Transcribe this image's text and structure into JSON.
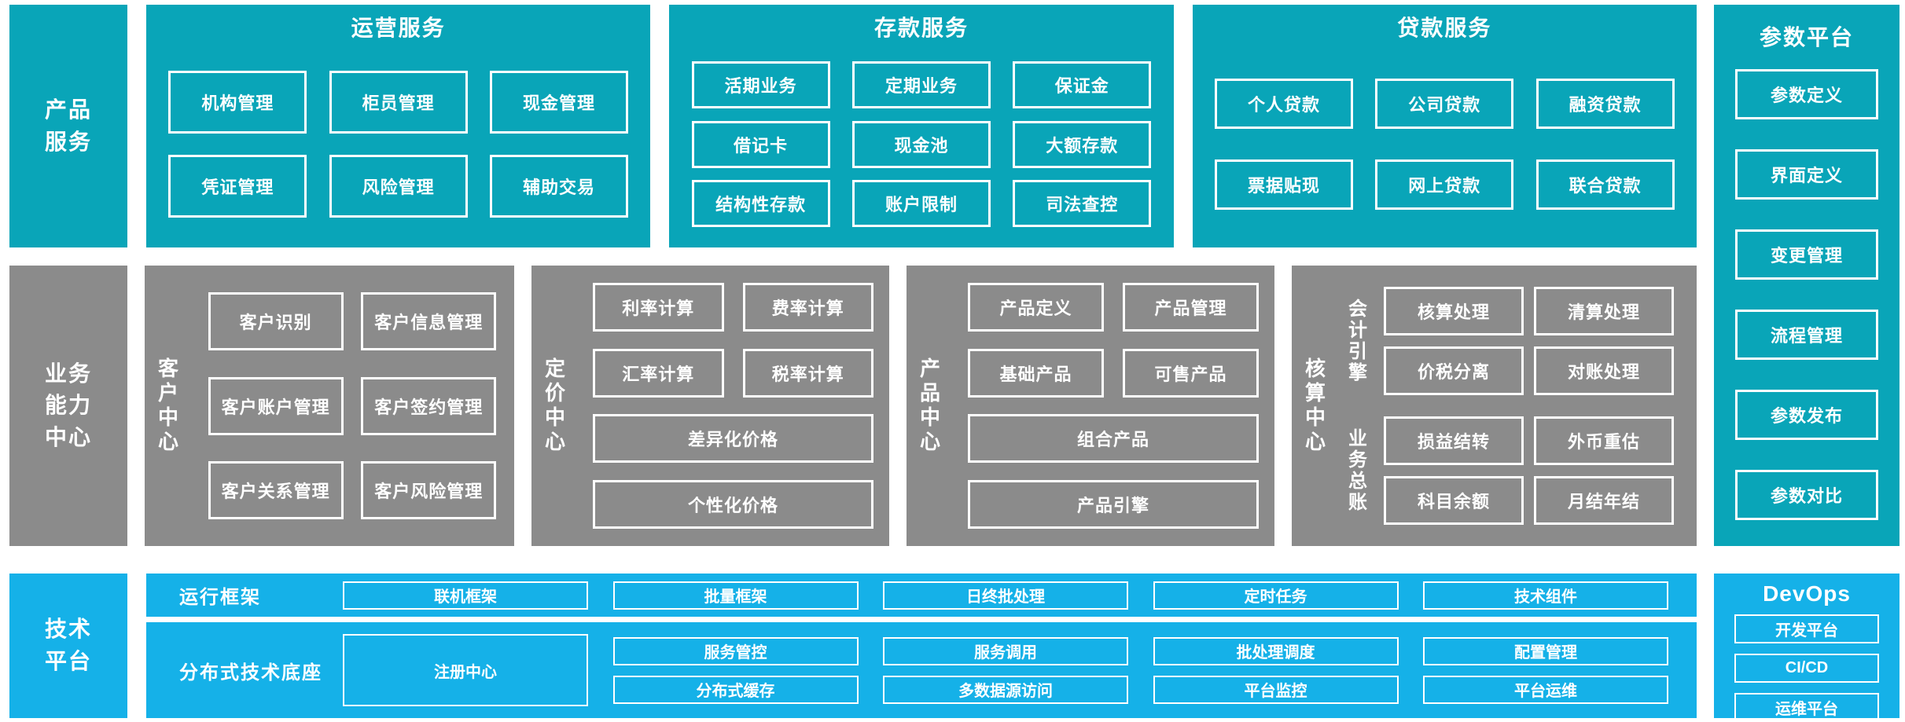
{
  "colors": {
    "teal": "#09a5b8",
    "gray": "#8b8b8b",
    "blue": "#15b1e8",
    "text": "#ffffff"
  },
  "product_services": {
    "label": "产品\n服务",
    "panels": [
      {
        "title": "运营服务",
        "items": [
          "机构管理",
          "柜员管理",
          "现金管理",
          "凭证管理",
          "风险管理",
          "辅助交易"
        ]
      },
      {
        "title": "存款服务",
        "items": [
          "活期业务",
          "定期业务",
          "保证金",
          "借记卡",
          "现金池",
          "大额存款",
          "结构性存款",
          "账户限制",
          "司法查控"
        ]
      },
      {
        "title": "贷款服务",
        "items": [
          "个人贷款",
          "公司贷款",
          "融资贷款",
          "票据贴现",
          "网上贷款",
          "联合贷款"
        ]
      }
    ]
  },
  "business_capability": {
    "label": "业务\n能力\n中心",
    "customer_center": {
      "title": "客户中心",
      "items": [
        "客户识别",
        "客户信息管理",
        "客户账户管理",
        "客户签约管理",
        "客户关系管理",
        "客户风险管理"
      ]
    },
    "pricing_center": {
      "title": "定价中心",
      "items": [
        "利率计算",
        "费率计算",
        "汇率计算",
        "税率计算"
      ],
      "wide_items": [
        "差异化价格",
        "个性化价格"
      ]
    },
    "product_center": {
      "title": "产品中心",
      "items": [
        "产品定义",
        "产品管理",
        "基础产品",
        "可售产品"
      ],
      "wide_items": [
        "组合产品",
        "产品引擎"
      ]
    },
    "accounting_center": {
      "title": "核算中心",
      "sections": [
        {
          "title": "会计引擎",
          "items": [
            "核算处理",
            "清算处理",
            "价税分离",
            "对账处理"
          ]
        },
        {
          "title": "业务总账",
          "items": [
            "损益结转",
            "外币重估",
            "科目余额",
            "月结年结"
          ]
        }
      ]
    }
  },
  "parameter_platform": {
    "title": "参数平台",
    "items": [
      "参数定义",
      "界面定义",
      "变更管理",
      "流程管理",
      "参数发布",
      "参数对比"
    ]
  },
  "technology_platform": {
    "label": "技术\n平台",
    "run_framework": {
      "title": "运行框架",
      "items": [
        "联机框架",
        "批量框架",
        "日终批处理",
        "定时任务",
        "技术组件"
      ]
    },
    "distributed_base": {
      "title": "分布式技术底座",
      "featured": "注册中心",
      "columns": [
        [
          "服务管控",
          "分布式缓存"
        ],
        [
          "服务调用",
          "多数据源访问"
        ],
        [
          "批处理调度",
          "平台监控"
        ],
        [
          "配置管理",
          "平台运维"
        ]
      ]
    }
  },
  "devops": {
    "title": "DevOps",
    "items": [
      "开发平台",
      "CI/CD",
      "运维平台"
    ]
  }
}
